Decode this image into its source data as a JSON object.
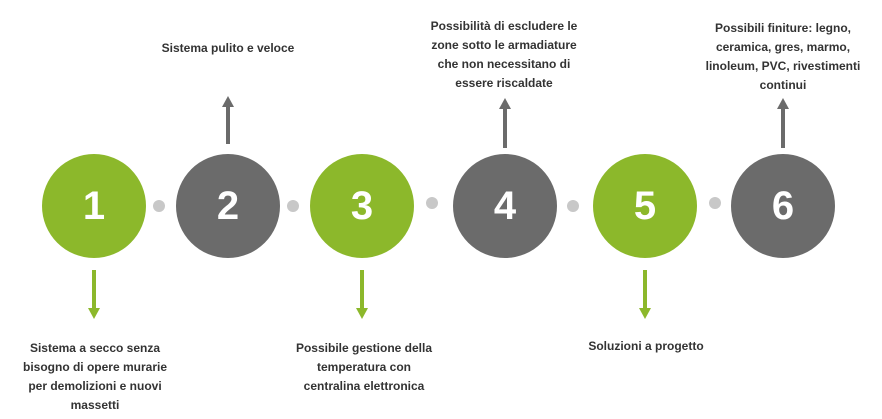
{
  "colors": {
    "green": "#8cb82b",
    "gray": "#6b6b6b",
    "dot": "#c8c8c8",
    "text": "#333333"
  },
  "steps": [
    {
      "number": "1",
      "color": "green",
      "direction": "down",
      "text": "Sistema a secco senza\nbisogno di opere murarie\nper demolizioni e nuovi\nmassetti"
    },
    {
      "number": "2",
      "color": "gray",
      "direction": "up",
      "text": "Sistema pulito e veloce"
    },
    {
      "number": "3",
      "color": "green",
      "direction": "down",
      "text": "Possibile gestione della\ntemperatura con\ncentralina elettronica"
    },
    {
      "number": "4",
      "color": "gray",
      "direction": "up",
      "text": "Possibilità di escludere le\nzone sotto le armadiature\nche non necessitano di\nessere riscaldate"
    },
    {
      "number": "5",
      "color": "green",
      "direction": "down",
      "text": "Soluzioni a progetto"
    },
    {
      "number": "6",
      "color": "gray",
      "direction": "up",
      "text": "Possibili finiture: legno,\nceramica, gres, marmo,\nlinoleum, PVC, rivestimenti\ncontinui"
    }
  ]
}
